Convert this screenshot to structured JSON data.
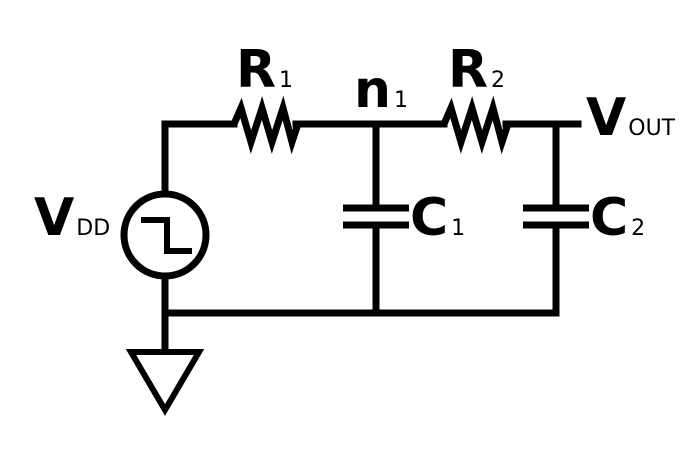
{
  "colors": {
    "line": "#000000",
    "background": "#ffffff"
  },
  "labels": {
    "r1": {
      "main": "R",
      "sub": "1"
    },
    "r2": {
      "main": "R",
      "sub": "2"
    },
    "n1": {
      "main": "n",
      "sub": "1"
    },
    "vout": {
      "main": "V",
      "sub": "OUT"
    },
    "vdd": {
      "main": "V",
      "sub": "DD"
    },
    "c1": {
      "main": "C",
      "sub": "1"
    },
    "c2": {
      "main": "C",
      "sub": "2"
    }
  },
  "icons": {
    "source": "step-voltage-source-icon",
    "ground": "ground-triangle-icon",
    "resistor": "resistor-zigzag-icon",
    "capacitor": "capacitor-plates-icon"
  }
}
